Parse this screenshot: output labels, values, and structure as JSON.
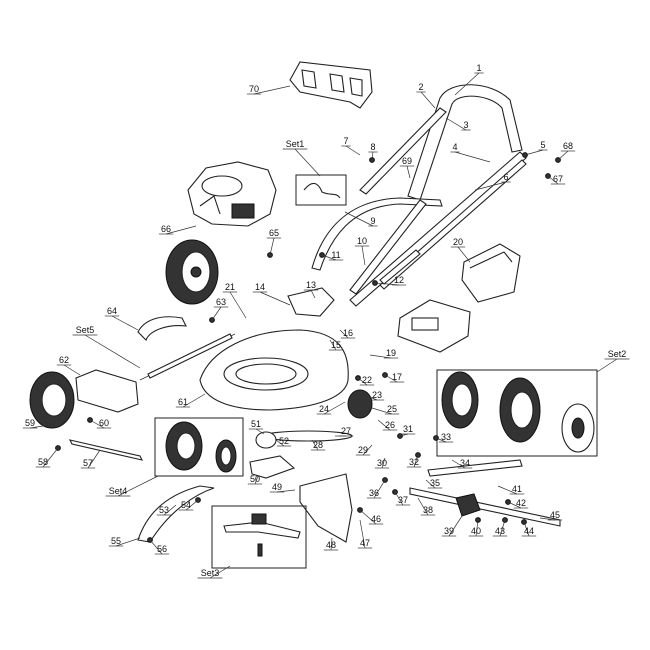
{
  "callouts": [
    {
      "id": "1",
      "label": "1"
    },
    {
      "id": "2",
      "label": "2"
    },
    {
      "id": "3",
      "label": "3"
    },
    {
      "id": "4",
      "label": "4"
    },
    {
      "id": "5",
      "label": "5"
    },
    {
      "id": "6",
      "label": "6"
    },
    {
      "id": "7",
      "label": "7"
    },
    {
      "id": "8",
      "label": "8"
    },
    {
      "id": "9",
      "label": "9"
    },
    {
      "id": "10",
      "label": "10"
    },
    {
      "id": "11",
      "label": "11"
    },
    {
      "id": "12",
      "label": "12"
    },
    {
      "id": "13",
      "label": "13"
    },
    {
      "id": "14",
      "label": "14"
    },
    {
      "id": "15",
      "label": "15"
    },
    {
      "id": "16",
      "label": "16"
    },
    {
      "id": "17",
      "label": "17"
    },
    {
      "id": "19",
      "label": "19"
    },
    {
      "id": "20",
      "label": "20"
    },
    {
      "id": "21",
      "label": "21"
    },
    {
      "id": "22",
      "label": "22"
    },
    {
      "id": "23",
      "label": "23"
    },
    {
      "id": "24",
      "label": "24"
    },
    {
      "id": "25",
      "label": "25"
    },
    {
      "id": "26",
      "label": "26"
    },
    {
      "id": "27",
      "label": "27"
    },
    {
      "id": "28",
      "label": "28"
    },
    {
      "id": "29",
      "label": "29"
    },
    {
      "id": "30",
      "label": "30"
    },
    {
      "id": "31",
      "label": "31"
    },
    {
      "id": "32",
      "label": "32"
    },
    {
      "id": "33",
      "label": "33"
    },
    {
      "id": "34",
      "label": "34"
    },
    {
      "id": "35",
      "label": "35"
    },
    {
      "id": "36",
      "label": "36"
    },
    {
      "id": "37",
      "label": "37"
    },
    {
      "id": "38",
      "label": "38"
    },
    {
      "id": "39",
      "label": "39"
    },
    {
      "id": "40",
      "label": "40"
    },
    {
      "id": "41",
      "label": "41"
    },
    {
      "id": "42",
      "label": "42"
    },
    {
      "id": "43",
      "label": "43"
    },
    {
      "id": "44",
      "label": "44"
    },
    {
      "id": "45",
      "label": "45"
    },
    {
      "id": "46",
      "label": "46"
    },
    {
      "id": "47",
      "label": "47"
    },
    {
      "id": "48",
      "label": "48"
    },
    {
      "id": "49",
      "label": "49"
    },
    {
      "id": "50",
      "label": "50"
    },
    {
      "id": "51",
      "label": "51"
    },
    {
      "id": "52",
      "label": "52"
    },
    {
      "id": "53",
      "label": "53"
    },
    {
      "id": "54",
      "label": "54"
    },
    {
      "id": "55",
      "label": "55"
    },
    {
      "id": "56",
      "label": "56"
    },
    {
      "id": "57",
      "label": "57"
    },
    {
      "id": "58",
      "label": "58"
    },
    {
      "id": "59",
      "label": "59"
    },
    {
      "id": "60",
      "label": "60"
    },
    {
      "id": "61",
      "label": "61"
    },
    {
      "id": "62",
      "label": "62"
    },
    {
      "id": "63",
      "label": "63"
    },
    {
      "id": "64",
      "label": "64"
    },
    {
      "id": "65",
      "label": "65"
    },
    {
      "id": "66",
      "label": "66"
    },
    {
      "id": "67",
      "label": "67"
    },
    {
      "id": "68",
      "label": "68"
    },
    {
      "id": "69",
      "label": "69"
    },
    {
      "id": "70",
      "label": "70"
    },
    {
      "id": "set1",
      "label": "Set1"
    },
    {
      "id": "set2",
      "label": "Set2"
    },
    {
      "id": "set3",
      "label": "Set3"
    },
    {
      "id": "set4",
      "label": "Set4"
    },
    {
      "id": "set5",
      "label": "Set5"
    }
  ]
}
